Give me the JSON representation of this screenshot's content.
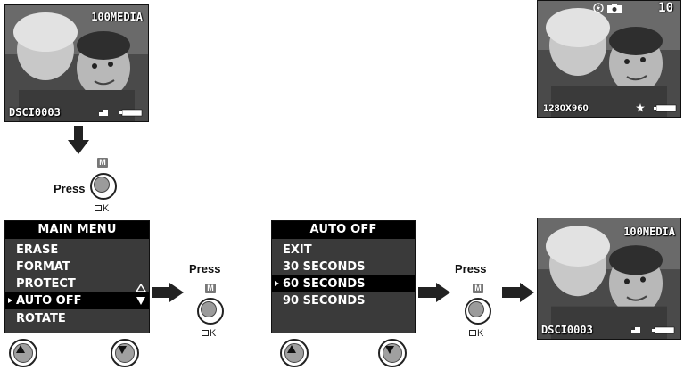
{
  "screen1": {
    "folder": "100MEDIA",
    "filename": "DSCI0003"
  },
  "screen_top_right": {
    "count": "10",
    "resolution": "1280X960"
  },
  "press_step1": {
    "label": "Press",
    "m_key": "M",
    "ok_label": "OK"
  },
  "main_menu": {
    "title": "MAIN MENU",
    "items": [
      "ERASE",
      "FORMAT",
      "PROTECT",
      "AUTO OFF",
      "ROTATE"
    ],
    "selected_index": 3
  },
  "press_step2": {
    "label": "Press",
    "m_key": "M",
    "ok_label": "OK"
  },
  "auto_off_menu": {
    "title": "AUTO OFF",
    "items": [
      "EXIT",
      "30 SECONDS",
      "60 SECONDS",
      "90 SECONDS"
    ],
    "selected_index": 2
  },
  "press_step3": {
    "label": "Press",
    "m_key": "M",
    "ok_label": "OK"
  },
  "screen_final": {
    "folder": "100MEDIA",
    "filename": "DSCI0003"
  },
  "icons": [
    "down-arrow-icon",
    "right-arrow-icon",
    "up-button-icon",
    "down-button-icon",
    "flash-off-icon",
    "camera-icon",
    "star-icon",
    "battery-icon",
    "card-icon"
  ],
  "colors": {
    "menu_bg": "#3a3a3a",
    "menu_title_bg": "#000000",
    "text": "#ffffff"
  }
}
